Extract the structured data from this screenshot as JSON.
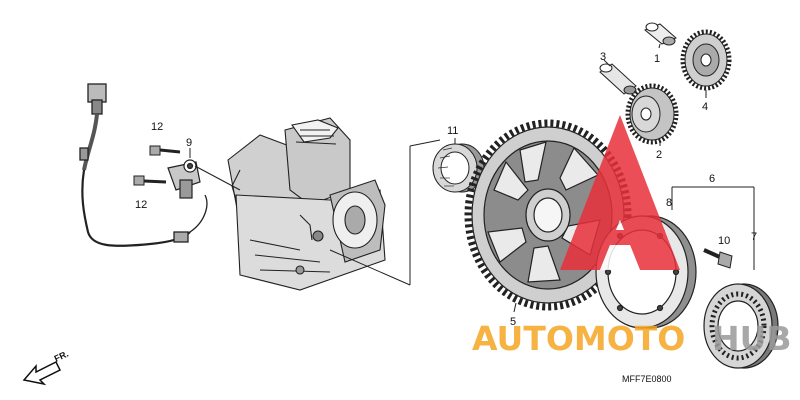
{
  "parts": [
    {
      "id": "p1",
      "label": "1"
    },
    {
      "id": "p2",
      "label": "2"
    },
    {
      "id": "p3",
      "label": "3"
    },
    {
      "id": "p4",
      "label": "4"
    },
    {
      "id": "p5",
      "label": "5"
    },
    {
      "id": "p6",
      "label": "6"
    },
    {
      "id": "p7",
      "label": "7"
    },
    {
      "id": "p8",
      "label": "8"
    },
    {
      "id": "p9",
      "label": "9"
    },
    {
      "id": "p10",
      "label": "10"
    },
    {
      "id": "p11",
      "label": "11"
    },
    {
      "id": "p12a",
      "label": "12"
    },
    {
      "id": "p12b",
      "label": "12"
    }
  ],
  "diagram_code": "MFF7E0800",
  "direction_label": "FR.",
  "watermark": {
    "text_orange": "AUTOMOTO",
    "text_gray": "HUB",
    "colors": {
      "logo_red": "#e8303a",
      "text_orange": "#f5a623",
      "text_gray": "#9a9a9a"
    }
  }
}
